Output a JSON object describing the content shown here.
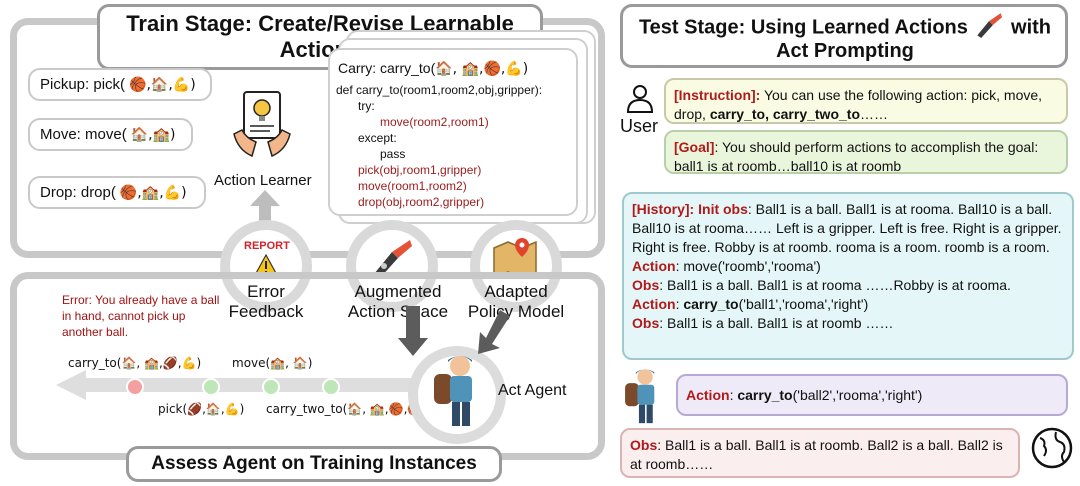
{
  "train": {
    "title": "Train Stage: Create/Revise Learnable Actions",
    "pickup": "Pickup:  pick(",
    "pickup_emo": "🏀,🏠,💪)",
    "move": "Move:  move(",
    "move_emo": "🏠,🏫)",
    "drop": "Drop:  drop(",
    "drop_emo": "🏀,🏫,💪)",
    "learner_label": "Action Learner",
    "carry_head": "Carry:  carry_to(",
    "carry_emo": "🏠, 🏫,🏀,💪)",
    "code": [
      {
        "text": "def carry_to(room1,room2,obj,gripper):",
        "cls": "",
        "indent": 0
      },
      {
        "text": "try:",
        "cls": "",
        "indent": 22
      },
      {
        "text": "move(room2,room1)",
        "cls": "red",
        "indent": 44
      },
      {
        "text": "except:",
        "cls": "",
        "indent": 22
      },
      {
        "text": "pass",
        "cls": "",
        "indent": 44
      },
      {
        "text": "pick(obj,room1,gripper)",
        "cls": "red",
        "indent": 22
      },
      {
        "text": "move(room1,room2)",
        "cls": "red",
        "indent": 22
      },
      {
        "text": "drop(obj,room2,gripper)",
        "cls": "red",
        "indent": 22
      }
    ]
  },
  "circles": {
    "error_badge": "REPORT",
    "error_label": "Error\nFeedback",
    "aug_label": "Augmented\nAction Space",
    "policy_label": "Adapted\nPolicy Model"
  },
  "assess": {
    "error_msg": "Error: You already have a ball in hand, cannot pick up another ball.",
    "top_labels": [
      "carry_to(🏠, 🏫,🏈,💪)",
      "move(🏫, 🏠)"
    ],
    "bottom_labels": [
      "pick(🏈,🏠,💪)",
      "carry_two_to(🏠, 🏫,🏀,🏀)"
    ],
    "agent_label": "Act Agent",
    "title": "Assess Agent on Training Instances"
  },
  "test": {
    "title_line1": "Test Stage:  Using Learned Actions",
    "title_with": "with",
    "title_line2": "Act Prompting",
    "user_label": "User",
    "instruction_tag": "[Instruction]:",
    "instruction_text1": "You can use the following action: pick, move, drop,",
    "instruction_bold": "carry_to, carry_two_to",
    "instruction_tail": "……",
    "goal_tag": "[Goal]",
    "goal_text": ": You should perform actions to accomplish the goal: ball1 is at roomb…ball10 is at roomb",
    "history_tag": "[History]:",
    "history_init": "Init obs",
    "history_text": ": Ball1 is a ball.  Ball1 is at rooma.  Ball10 is a ball.  Ball10 is at rooma…… Left is a gripper.  Left is free.  Right is a gripper.  Right is free.  Robby is at roomb. rooma is a room. roomb is a room.",
    "action1_tag": "Action",
    "action1_text": ": move('roomb','rooma')",
    "obs1_tag": "Obs",
    "obs1_text": ": Ball1 is a ball.  Ball1 is at rooma ……Robby is at rooma.",
    "action2_tag": "Action",
    "action2_bold": "carry_to",
    "action2_text": "('ball1','rooma','right')",
    "obs2_tag": "Obs",
    "obs2_text": ": Ball1 is a ball. Ball1 is at roomb ……",
    "action3_tag": "Action",
    "action3_bold": "carry_to",
    "action3_text": "('ball2','rooma','right')",
    "obs3_tag": "Obs",
    "obs3_text": ": Ball1 is a ball. Ball1 is at roomb. Ball2 is a ball. Ball2 is at roomb……"
  },
  "colors": {
    "instruction_bg": "#fafbe3",
    "goal_bg": "#eaf6dc",
    "history_bg": "#e4f6f7",
    "action_bg": "#efeaf8",
    "obs_bg": "#fbeeee",
    "tag_red": "#b01a1a"
  }
}
